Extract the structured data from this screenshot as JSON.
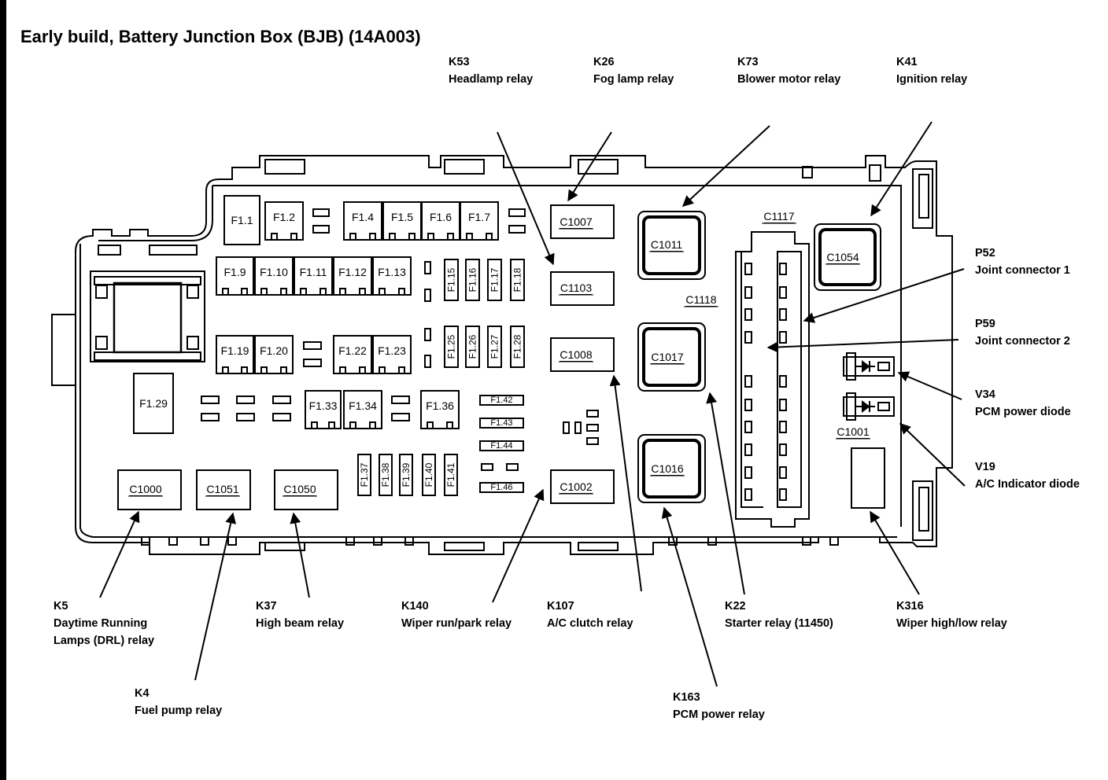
{
  "title": "Early build, Battery Junction Box (BJB) (14A003)",
  "callouts": [
    {
      "id": "K53",
      "desc": "Headlamp relay"
    },
    {
      "id": "K26",
      "desc": "Fog lamp relay"
    },
    {
      "id": "K73",
      "desc": "Blower motor relay"
    },
    {
      "id": "K41",
      "desc": "Ignition relay"
    },
    {
      "id": "P52",
      "desc": "Joint connector 1"
    },
    {
      "id": "P59",
      "desc": "Joint connector 2"
    },
    {
      "id": "V34",
      "desc": "PCM power diode"
    },
    {
      "id": "V19",
      "desc": "A/C Indicator diode"
    },
    {
      "id": "K5",
      "desc": "Daytime Running",
      "desc2": "Lamps (DRL) relay"
    },
    {
      "id": "K37",
      "desc": "High beam relay"
    },
    {
      "id": "K140",
      "desc": "Wiper run/park relay"
    },
    {
      "id": "K107",
      "desc": "A/C clutch relay"
    },
    {
      "id": "K22",
      "desc": "Starter relay (11450)"
    },
    {
      "id": "K316",
      "desc": "Wiper high/low relay"
    },
    {
      "id": "K4",
      "desc": "Fuel pump relay"
    },
    {
      "id": "K163",
      "desc": "PCM power relay"
    }
  ],
  "fuses": [
    "F1.1",
    "F1.2",
    "F1.4",
    "F1.5",
    "F1.6",
    "F1.7",
    "F1.9",
    "F1.10",
    "F1.11",
    "F1.12",
    "F1.13",
    "F1.15",
    "F1.16",
    "F1.17",
    "F1.18",
    "F1.19",
    "F1.20",
    "F1.22",
    "F1.23",
    "F1.25",
    "F1.26",
    "F1.27",
    "F1.28",
    "F1.29",
    "F1.33",
    "F1.34",
    "F1.36",
    "F1.37",
    "F1.38",
    "F1.39",
    "F1.40",
    "F1.41",
    "F1.42",
    "F1.43",
    "F1.44",
    "F1.46"
  ],
  "connectors": [
    "C1007",
    "C1103",
    "C1008",
    "C1002",
    "C1011",
    "C1017",
    "C1016",
    "C1117",
    "C1118",
    "C1054",
    "C1001",
    "C1000",
    "C1051",
    "C1050"
  ]
}
